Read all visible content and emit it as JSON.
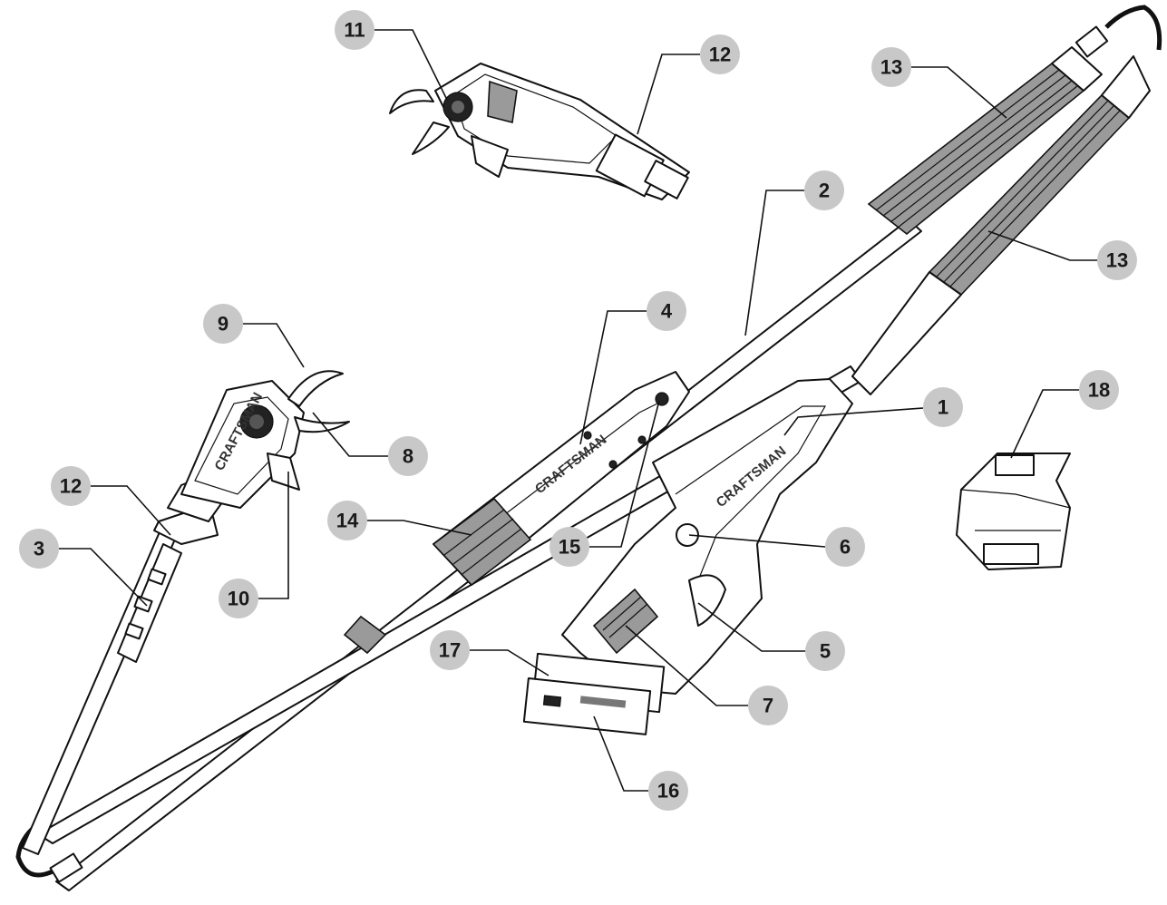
{
  "diagram": {
    "brand_text": "CRAFTSMAN",
    "callout_color": "#c8c8c8",
    "callouts": [
      {
        "id": "c1",
        "label": "1"
      },
      {
        "id": "c2",
        "label": "2"
      },
      {
        "id": "c3",
        "label": "3"
      },
      {
        "id": "c4",
        "label": "4"
      },
      {
        "id": "c5",
        "label": "5"
      },
      {
        "id": "c6",
        "label": "6"
      },
      {
        "id": "c7",
        "label": "7"
      },
      {
        "id": "c8",
        "label": "8"
      },
      {
        "id": "c9",
        "label": "9"
      },
      {
        "id": "c10",
        "label": "10"
      },
      {
        "id": "c11",
        "label": "11"
      },
      {
        "id": "c12a",
        "label": "12"
      },
      {
        "id": "c12b",
        "label": "12"
      },
      {
        "id": "c13a",
        "label": "13"
      },
      {
        "id": "c13b",
        "label": "13"
      },
      {
        "id": "c14",
        "label": "14"
      },
      {
        "id": "c15",
        "label": "15"
      },
      {
        "id": "c16",
        "label": "16"
      },
      {
        "id": "c17",
        "label": "17"
      },
      {
        "id": "c18",
        "label": "18"
      }
    ]
  }
}
